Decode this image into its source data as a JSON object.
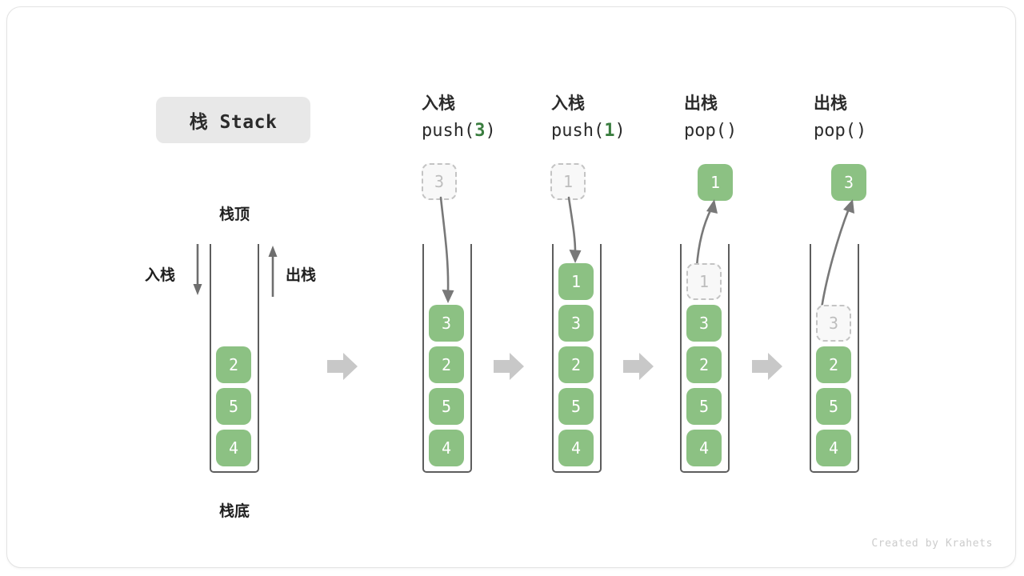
{
  "title": {
    "badge": "栈 Stack"
  },
  "legend": {
    "top_label": "栈顶",
    "bottom_label": "栈底",
    "push_label": "入栈",
    "pop_label": "出栈"
  },
  "colors": {
    "cell_fill": "#8cc183",
    "cell_text": "#ffffff",
    "ghost_fill": "#f8f8f8",
    "ghost_border": "#c4c4c4",
    "ghost_text": "#bdbdbd",
    "arrow": "#6e6e6e",
    "step_arrow": "#c8c8c8",
    "accent_num": "#3a7d3f",
    "badge_bg": "#e8e8e8",
    "outline": "#5d5d5d"
  },
  "stages": [
    {
      "id": "initial",
      "head_cn": "",
      "head_code": "",
      "cells": [
        "2",
        "5",
        "4"
      ],
      "floating": null
    },
    {
      "id": "push-3",
      "head_cn": "入栈",
      "head_code_prefix": "push(",
      "head_code_num": "3",
      "head_code_suffix": ")",
      "cells": [
        "3",
        "2",
        "5",
        "4"
      ],
      "floating": {
        "value": "3",
        "style": "ghost",
        "direction": "down"
      }
    },
    {
      "id": "push-1",
      "head_cn": "入栈",
      "head_code_prefix": "push(",
      "head_code_num": "1",
      "head_code_suffix": ")",
      "cells": [
        "1",
        "3",
        "2",
        "5",
        "4"
      ],
      "floating": {
        "value": "1",
        "style": "ghost",
        "direction": "down"
      }
    },
    {
      "id": "pop-1",
      "head_cn": "出栈",
      "head_code_prefix": "pop(",
      "head_code_num": "",
      "head_code_suffix": ")",
      "cells": [
        "3",
        "2",
        "5",
        "4"
      ],
      "ghost_in_stack": "1",
      "floating": {
        "value": "1",
        "style": "filled",
        "direction": "up"
      }
    },
    {
      "id": "pop-3",
      "head_cn": "出栈",
      "head_code_prefix": "pop(",
      "head_code_num": "",
      "head_code_suffix": ")",
      "cells": [
        "2",
        "5",
        "4"
      ],
      "ghost_in_stack": "3",
      "floating": {
        "value": "3",
        "style": "filled",
        "direction": "up"
      }
    }
  ],
  "footer": {
    "credit": "Created by Krahets"
  }
}
